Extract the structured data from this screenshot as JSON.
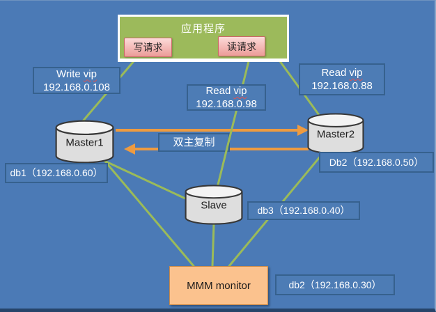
{
  "colors": {
    "background": "#4b7ab6",
    "box_border_blue": "#36618e",
    "connector_green": "#9bbb59",
    "arrow_orange": "#ee9b40",
    "app_green": "#9cba5b",
    "request_pink": "#f5b8b4",
    "monitor_orange": "#fbc28e",
    "cylinder_gray": "#e0e0e0"
  },
  "app": {
    "title": "应用程序",
    "write_request": "写请求",
    "read_request": "读请求"
  },
  "vip_labels": {
    "write": {
      "prefix": "Write",
      "vip_word": "vip",
      "ip": "192.168.0.108"
    },
    "read_mid": {
      "prefix": "Read",
      "vip_word": "vip",
      "ip": "192.168.0.98"
    },
    "read_right": {
      "prefix": "Read",
      "vip_word": "vip",
      "ip": "192.168.0.88"
    }
  },
  "nodes": {
    "master1": "Master1",
    "master2": "Master2",
    "slave": "Slave",
    "monitor": "MMM monitor"
  },
  "db_labels": {
    "db1": "db1（192.168.0.60）",
    "db2_right": "Db2（192.168.0.50）",
    "db3": "db3（192.168.0.40）",
    "db2_bottom": "db2（192.168.0.30）"
  },
  "replication": {
    "label": "双主复制"
  }
}
